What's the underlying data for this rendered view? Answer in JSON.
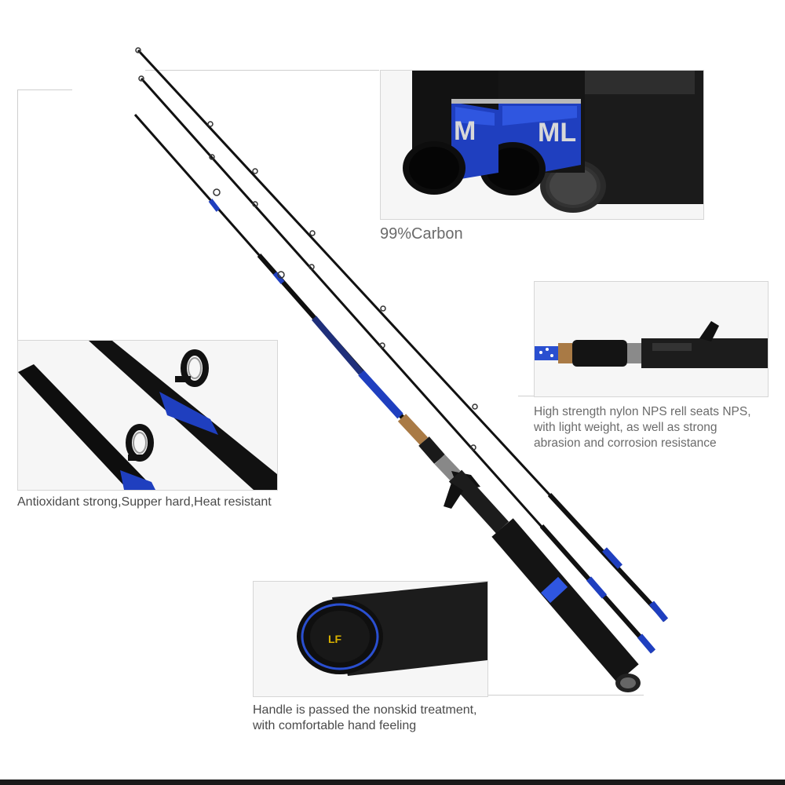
{
  "captions": {
    "carbon": "99%Carbon",
    "reel_seat_line1": "High strength nylon NPS rell seats NPS,",
    "reel_seat_line2": "with light weight, as well as strong",
    "reel_seat_line3": "abrasion and corrosion resistance",
    "guides": "Antioxidant strong,Supper hard,Heat resistant",
    "handle_line1": "Handle is passed the nonskid treatment,",
    "handle_line2": "with comfortable hand feeling"
  },
  "ferrule_labels": {
    "first": "M",
    "second": "ML"
  },
  "colors": {
    "blank": "#111111",
    "accent_blue": "#1f3fbf",
    "panel_bg": "#f4f4f4",
    "caption_text": "#555555"
  }
}
